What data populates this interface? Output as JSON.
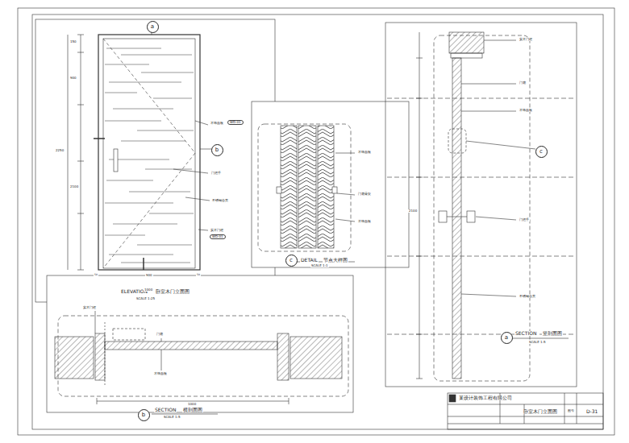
{
  "diagram": {
    "nodes": [
      {
        "text": [
          "a"
        ]
      },
      {
        "text": [
          "b"
        ]
      },
      {
        "text": [
          "b"
        ]
      },
      {
        "text": [
          "c"
        ]
      },
      {
        "text": [
          "c"
        ]
      },
      {
        "text": [
          "a"
        ]
      }
    ],
    "labels": [
      "ELEVATION",
      "卧室木门立面图",
      "SCALE 1:25",
      "木饰面板",
      "WD-01",
      "门把手",
      "不锈钢合页",
      "实木门框",
      "WD-01",
      "150",
      "900",
      "2100",
      "2250",
      "50",
      "900",
      "50",
      "1000",
      "SECTION",
      "横剖面图",
      "SCALE 1:5",
      "实木门框",
      "门扇",
      "木饰面板",
      "1000",
      "DETAIL",
      "节点大样图",
      "SCALE 1:1",
      "木饰面板",
      "门扇骨架",
      "木饰面板",
      "实木门框",
      "门扇",
      "木饰面板",
      "门把手",
      "不锈钢合页",
      "SECTION",
      "竖剖面图",
      "SCALE 1:5",
      "2100",
      "某设计装饰工程有限公司",
      "卧室木门立面图",
      "图号",
      "D-31"
    ]
  }
}
